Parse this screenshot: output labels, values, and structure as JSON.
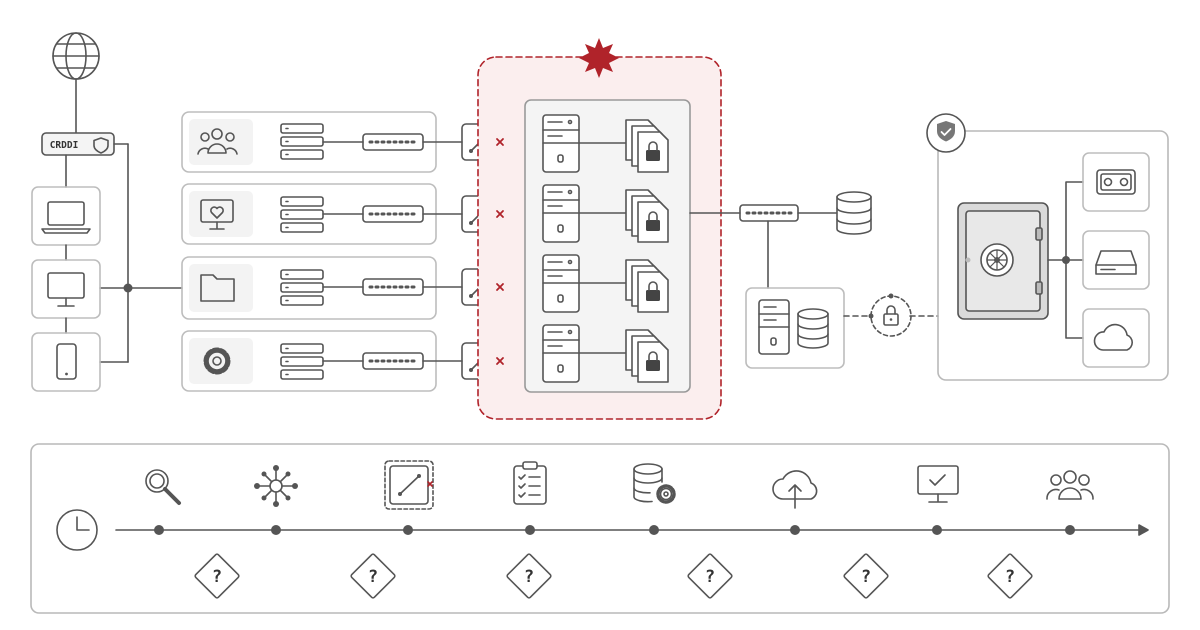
{
  "colors": {
    "stroke": "#555555",
    "frame": "#b9b9b9",
    "alert": "#b0232a",
    "alert_fill": "#fbeeee",
    "vault_fill": "#dadada"
  },
  "router": {
    "label": "CRDDI"
  },
  "incident": {
    "icon": "burst-icon"
  },
  "devices": [
    {
      "name": "laptop",
      "icon": "laptop-icon"
    },
    {
      "name": "desktop",
      "icon": "monitor-icon"
    },
    {
      "name": "phone",
      "icon": "smartphone-icon"
    }
  ],
  "lanes": [
    {
      "name": "users",
      "icon": "users-icon"
    },
    {
      "name": "health",
      "icon": "heart-monitor-icon"
    },
    {
      "name": "files",
      "icon": "folder-icon"
    },
    {
      "name": "settings",
      "icon": "gear-icon"
    }
  ],
  "backup": {
    "targets": [
      {
        "name": "tape",
        "icon": "tape-icon"
      },
      {
        "name": "disk",
        "icon": "hard-drive-icon"
      },
      {
        "name": "cloud",
        "icon": "cloud-icon"
      }
    ]
  },
  "timeline": {
    "start_icon": "clock-icon",
    "steps": [
      {
        "icon": "magnifier-icon"
      },
      {
        "icon": "network-hub-icon"
      },
      {
        "icon": "isolate-switch-icon"
      },
      {
        "icon": "checklist-icon"
      },
      {
        "icon": "database-gear-icon"
      },
      {
        "icon": "cloud-upload-icon"
      },
      {
        "icon": "monitor-check-icon"
      },
      {
        "icon": "users-icon"
      }
    ],
    "questions": [
      "?",
      "?",
      "?",
      "?",
      "?",
      "?"
    ]
  }
}
